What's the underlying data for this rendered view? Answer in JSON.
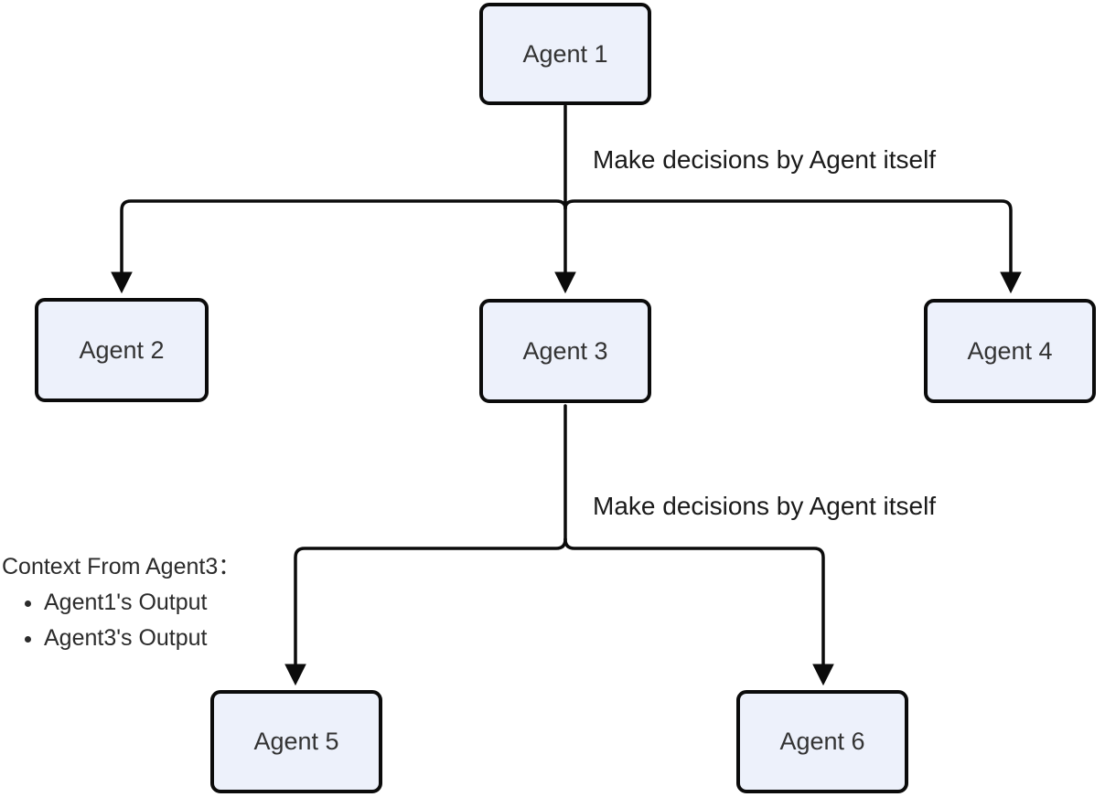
{
  "diagram": {
    "nodes": [
      {
        "id": "agent1",
        "label": "Agent 1"
      },
      {
        "id": "agent2",
        "label": "Agent 2"
      },
      {
        "id": "agent3",
        "label": "Agent 3"
      },
      {
        "id": "agent4",
        "label": "Agent 4"
      },
      {
        "id": "agent5",
        "label": "Agent 5"
      },
      {
        "id": "agent6",
        "label": "Agent 6"
      }
    ],
    "edges": [
      {
        "from": "agent1",
        "to": "agent2"
      },
      {
        "from": "agent1",
        "to": "agent3"
      },
      {
        "from": "agent1",
        "to": "agent4"
      },
      {
        "from": "agent3",
        "to": "agent5"
      },
      {
        "from": "agent3",
        "to": "agent6"
      }
    ],
    "edge_labels": [
      {
        "text": "Make decisions by Agent itself"
      },
      {
        "text": "Make decisions by Agent itself"
      }
    ],
    "note": {
      "title": "Context From Agent3：",
      "items": [
        "Agent1's Output",
        "Agent3's Output"
      ]
    },
    "colors": {
      "node_fill": "#EDF1FB",
      "node_border": "#0B0B0B",
      "node_text": "#333333",
      "line": "#0B0B0B",
      "label_text": "#1A1A1A"
    }
  }
}
